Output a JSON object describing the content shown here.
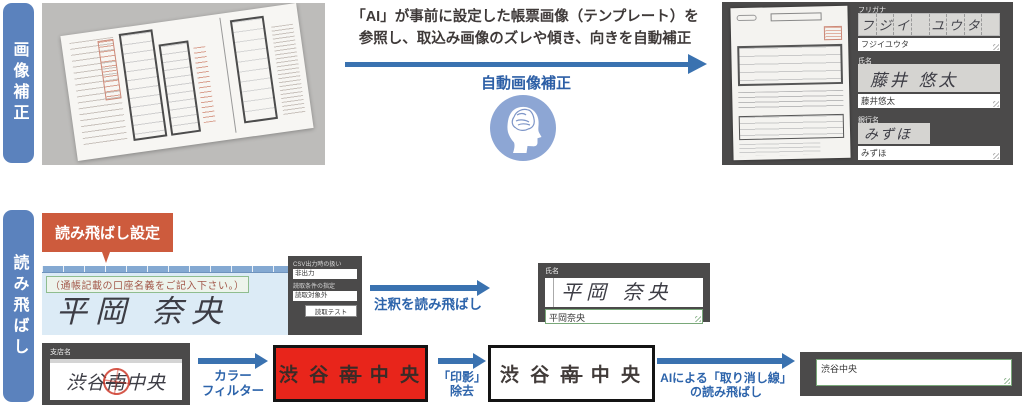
{
  "correction": {
    "side_label": "画像補正",
    "desc_line1": "「AI」が事前に設定した帳票画像（テンプレート）を",
    "desc_line2": "参照し、取込み画像のズレや傾き、向きを自動補正",
    "arrow_label": "自動画像補正",
    "icon": "brain-head-icon",
    "colors": {
      "accent_blue": "#3a72b0",
      "label_blue": "#5b82bd",
      "panel_gray": "#4b4a4a"
    },
    "result": {
      "kana": {
        "label": "フリガナ",
        "cells": [
          "フ",
          "ジ",
          "イ",
          "",
          "ユ",
          "ウ",
          "タ",
          ""
        ],
        "value": "フジイユウタ"
      },
      "name": {
        "label": "氏名",
        "handwriting": "藤井 悠太",
        "value": "藤井悠太"
      },
      "bank": {
        "label": "銀行名",
        "handwriting": "みずほ",
        "value": "みずほ"
      }
    }
  },
  "skip": {
    "side_label": "読み飛ばし",
    "callout_label": "読み飛ばし設定",
    "callout_color": "#cd5b3d",
    "form": {
      "annotation": "（通帳記載の口座名義をご記入下さい。）",
      "handwriting": "平岡 奈央"
    },
    "settings": {
      "title": "CSV出力時の扱い",
      "output_value": "非出力",
      "condition_label": "読取条件の指定",
      "condition_value": "読取対象外",
      "test_button": "読取テスト"
    },
    "arrow_label": "注釈を読み飛ばし",
    "result": {
      "label": "氏名",
      "handwriting": "平岡 奈央",
      "value": "平岡奈央"
    }
  },
  "strike": {
    "branch": {
      "label": "支店名",
      "hw_prefix": "渋谷",
      "hw_struck": "南",
      "hw_suffix": "中央"
    },
    "arrow1_line1": "カラー",
    "arrow1_line2": "フィルター",
    "red_box": {
      "prefix": "渋 谷",
      "struck": "南",
      "suffix": "中 央"
    },
    "arrow2_line1": "「印影」",
    "arrow2_line2": "除去",
    "white_box": {
      "prefix": "渋 谷",
      "struck": "南",
      "suffix": "中 央"
    },
    "arrow3_line1": "AIによる「取り消し線」",
    "arrow3_line2": "の読み飛ばし",
    "result_value": "渋谷中央"
  }
}
